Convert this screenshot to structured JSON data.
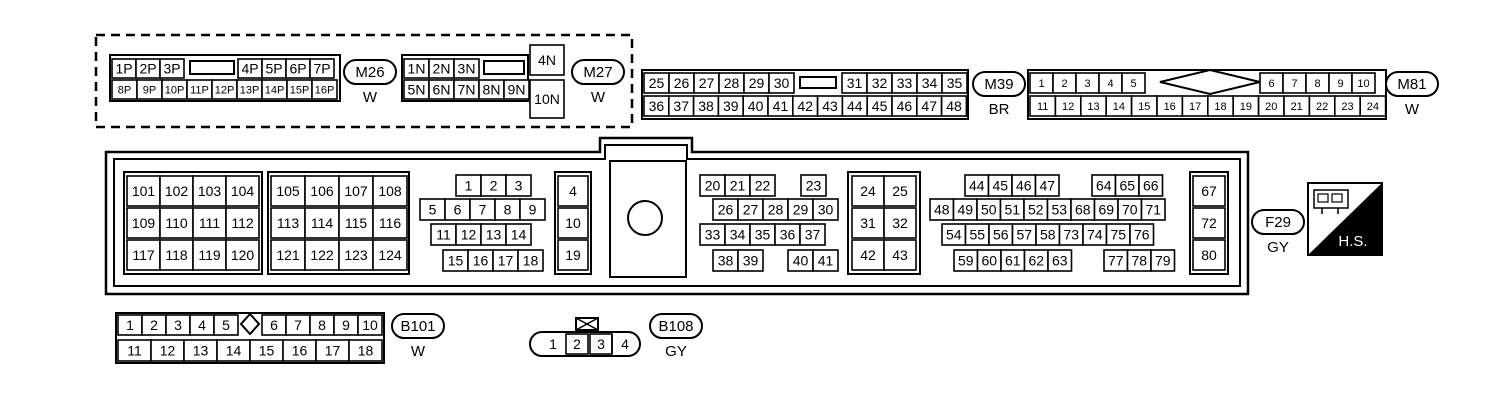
{
  "connectors": {
    "M26": {
      "id": "M26",
      "color": "W",
      "top_left": [
        "1P",
        "2P",
        "3P"
      ],
      "top_right": [
        "4P",
        "5P",
        "6P",
        "7P"
      ],
      "bottom": [
        "8P",
        "9P",
        "10P",
        "11P",
        "12P",
        "13P",
        "14P",
        "15P",
        "16P"
      ]
    },
    "M27": {
      "id": "M27",
      "color": "W",
      "top": [
        "1N",
        "2N",
        "3N"
      ],
      "bottom": [
        "5N",
        "6N",
        "7N",
        "8N",
        "9N"
      ],
      "big_top": "4N",
      "big_bottom": "10N"
    },
    "M39": {
      "id": "M39",
      "color": "BR",
      "top_left": [
        "25",
        "26",
        "27",
        "28",
        "29",
        "30"
      ],
      "top_right": [
        "31",
        "32",
        "33",
        "34",
        "35"
      ],
      "bottom": [
        "36",
        "37",
        "38",
        "39",
        "40",
        "41",
        "42",
        "43",
        "44",
        "45",
        "46",
        "47",
        "48"
      ]
    },
    "M81": {
      "id": "M81",
      "color": "W",
      "top_left": [
        "1",
        "2",
        "3",
        "4",
        "5"
      ],
      "top_right": [
        "6",
        "7",
        "8",
        "9",
        "10"
      ],
      "bottom": [
        "11",
        "12",
        "13",
        "14",
        "15",
        "16",
        "17",
        "18",
        "19",
        "20",
        "21",
        "22",
        "23",
        "24"
      ]
    },
    "F29": {
      "id": "F29",
      "color": "GY",
      "block_a": [
        [
          "101",
          "102",
          "103",
          "104"
        ],
        [
          "109",
          "110",
          "111",
          "112"
        ],
        [
          "117",
          "118",
          "119",
          "120"
        ]
      ],
      "block_b": [
        [
          "105",
          "106",
          "107",
          "108"
        ],
        [
          "113",
          "114",
          "115",
          "116"
        ],
        [
          "121",
          "122",
          "123",
          "124"
        ]
      ],
      "block_c": {
        "r1": [
          "1",
          "2",
          "3"
        ],
        "r2": [
          "5",
          "6",
          "7",
          "8",
          "9"
        ],
        "r3": [
          "11",
          "12",
          "13",
          "14"
        ],
        "r4": [
          "15",
          "16",
          "17",
          "18"
        ]
      },
      "block_d": [
        "4",
        "10",
        "19"
      ],
      "block_e": {
        "r1": [
          "20",
          "21",
          "22"
        ],
        "r1b": [
          "23"
        ],
        "r2": [
          "26",
          "27",
          "28",
          "29",
          "30"
        ],
        "r3": [
          "33",
          "34",
          "35",
          "36",
          "37"
        ],
        "r4a": [
          "38",
          "39"
        ],
        "r4b": [
          "40",
          "41"
        ]
      },
      "block_f": [
        [
          "24",
          "25"
        ],
        [
          "31",
          "32"
        ],
        [
          "42",
          "43"
        ]
      ],
      "block_g": {
        "r1a": [
          "44",
          "45",
          "46",
          "47"
        ],
        "r1b": [
          "64",
          "65",
          "66"
        ],
        "r2": [
          "48",
          "49",
          "50",
          "51",
          "52",
          "53",
          "68",
          "69",
          "70",
          "71"
        ],
        "r3": [
          "54",
          "55",
          "56",
          "57",
          "58",
          "73",
          "74",
          "75",
          "76"
        ],
        "r4a": [
          "59",
          "60",
          "61",
          "62",
          "63"
        ],
        "r4b": [
          "77",
          "78",
          "79"
        ]
      },
      "block_h": [
        "67",
        "72",
        "80"
      ]
    },
    "B101": {
      "id": "B101",
      "color": "W",
      "top_left": [
        "1",
        "2",
        "3",
        "4",
        "5"
      ],
      "top_right": [
        "6",
        "7",
        "8",
        "9",
        "10"
      ],
      "bottom": [
        "11",
        "12",
        "13",
        "14",
        "15",
        "16",
        "17",
        "18"
      ]
    },
    "B108": {
      "id": "B108",
      "color": "GY",
      "pins": [
        "1",
        "2",
        "3",
        "4"
      ]
    }
  },
  "hs_label": "H.S.",
  "colors": {
    "line": "#000000",
    "background": "#ffffff"
  }
}
